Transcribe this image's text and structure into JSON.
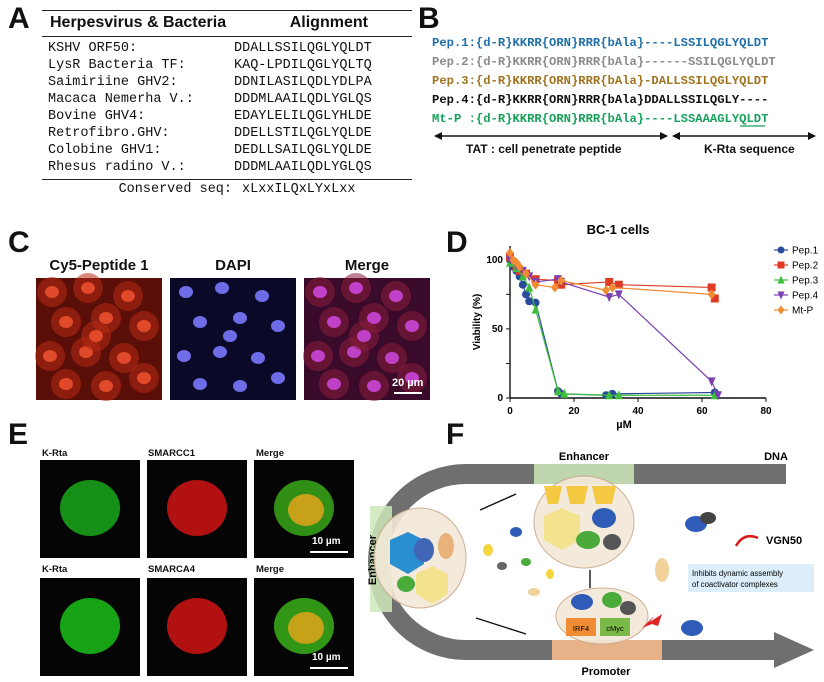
{
  "panels": {
    "A": "A",
    "B": "B",
    "C": "C",
    "D": "D",
    "E": "E",
    "F": "F"
  },
  "panelA": {
    "col1": "Herpesvirus & Bacteria",
    "col2": "Alignment",
    "rows": [
      {
        "name": "KSHV ORF50:",
        "seq": "DDALLSSILQGLYQLDT"
      },
      {
        "name": "LysR Bacteria TF:",
        "seq": "KAQ-LPDILQGLYQLTQ"
      },
      {
        "name": "Saimiriine GHV2:",
        "seq": "DDNILASILQDLYDLPA"
      },
      {
        "name": "Macaca Nemerha V.:",
        "seq": "DDDMLAAILQDLYGLQS"
      },
      {
        "name": "Bovine GHV4:",
        "seq": "EDAYLELILQGLYHLDE"
      },
      {
        "name": "Retrofibro.GHV:",
        "seq": "DDELLSTILQGLYQLDE"
      },
      {
        "name": "Colobine GHV1:",
        "seq": "DEDLLSAILQGLYQLDE"
      },
      {
        "name": "Rhesus radino V.:",
        "seq": "DDDMLAAILQDLYGLQS"
      }
    ],
    "conserved_label": "Conserved seq:",
    "conserved_seq": "xLxxILQxLYxLxx"
  },
  "panelB": {
    "lines": [
      {
        "text": "Pep.1:{d-R}KKRR{ORN}RRR{bAla}----LSSILQGLYQLDT",
        "color": "#1f6fa8"
      },
      {
        "text": "Pep.2:{d-R}KKRR{ORN}RRR{bAla}------SSILQGLYQLDT",
        "color": "#8a8a8a"
      },
      {
        "text": "Pep.3:{d-R}KKRR{ORN}RRR{bAla}-DALLSSILQGLYQLDT",
        "color": "#a0731f"
      },
      {
        "text": "Pep.4:{d-R}KKRR{ORN}RRR{bAla}DDALLSSILQGLY----",
        "color": "#111111"
      },
      {
        "text": "Mt-P :{d-R}KKRR{ORN}RRR{bAla}----LSSAAAGLYQLDT",
        "color": "#16a05a"
      }
    ],
    "tat_label": "TAT : cell penetrate peptide",
    "krta_label": "K-Rta sequence"
  },
  "panelC": {
    "titles": [
      "Cy5-Peptide 1",
      "DAPI",
      "Merge"
    ],
    "scale": "20 µm"
  },
  "chart_data": {
    "type": "scatter",
    "title": "BC-1 cells",
    "xlabel": "µM",
    "ylabel": "Viability (%)",
    "xlim": [
      0,
      80
    ],
    "ylim": [
      0,
      110
    ],
    "xticks": [
      0,
      20,
      40,
      60,
      80
    ],
    "yticks": [
      0,
      25,
      50,
      75,
      100
    ],
    "grid": false,
    "legend_position": "top-right",
    "series": [
      {
        "name": "Pep.1",
        "color": "#2a4b9b",
        "marker": "circle",
        "x": [
          0,
          1,
          2,
          3,
          4,
          5,
          6,
          8,
          15,
          16,
          30,
          32,
          64
        ],
        "y": [
          100,
          95,
          92,
          88,
          82,
          75,
          70,
          69,
          5,
          3,
          2,
          3,
          4
        ]
      },
      {
        "name": "Pep.2",
        "color": "#e03c25",
        "marker": "square",
        "x": [
          0,
          1,
          2,
          3,
          5,
          8,
          15,
          16,
          31,
          34,
          63,
          64
        ],
        "y": [
          102,
          98,
          95,
          92,
          90,
          86,
          85,
          82,
          84,
          82,
          80,
          72
        ]
      },
      {
        "name": "Pep.3",
        "color": "#3cbf3c",
        "marker": "triangle",
        "x": [
          0,
          2,
          4,
          6,
          8,
          15,
          17,
          31,
          34,
          64
        ],
        "y": [
          98,
          94,
          88,
          80,
          64,
          5,
          3,
          2,
          2,
          2
        ]
      },
      {
        "name": "Pep.4",
        "color": "#7b3fb0",
        "marker": "triangle-down",
        "x": [
          0,
          2,
          4,
          6,
          8,
          15,
          16,
          31,
          34,
          63,
          65
        ],
        "y": [
          100,
          96,
          92,
          88,
          84,
          86,
          84,
          73,
          75,
          12,
          2
        ]
      },
      {
        "name": "Mt-P",
        "color": "#f08c34",
        "marker": "diamond",
        "x": [
          0,
          1,
          2,
          3,
          5,
          8,
          14,
          16,
          30,
          32,
          63
        ],
        "y": [
          105,
          100,
          98,
          95,
          90,
          82,
          80,
          85,
          78,
          80,
          75
        ]
      }
    ]
  },
  "panelD": {
    "xtick_labels": [
      "0",
      "20",
      "40",
      "60",
      "80"
    ],
    "ytick_labels": [
      "0",
      "50",
      "100"
    ]
  },
  "panelE": {
    "row1": [
      "K-Rta",
      "SMARCC1",
      "Merge"
    ],
    "row2": [
      "K-Rta",
      "SMARCA4",
      "Merge"
    ],
    "scale": "10 µm"
  },
  "panelF": {
    "enhancer_top": "Enhancer",
    "enhancer_left": "Enhancer",
    "dna": "DNA",
    "promoter": "Promoter",
    "vgn": "VGN50",
    "irf4": "IRF4",
    "cmyc": "cMyc",
    "note_line1": "Inhibits dynamic assembly",
    "note_line2": "of coactivator complexes"
  }
}
